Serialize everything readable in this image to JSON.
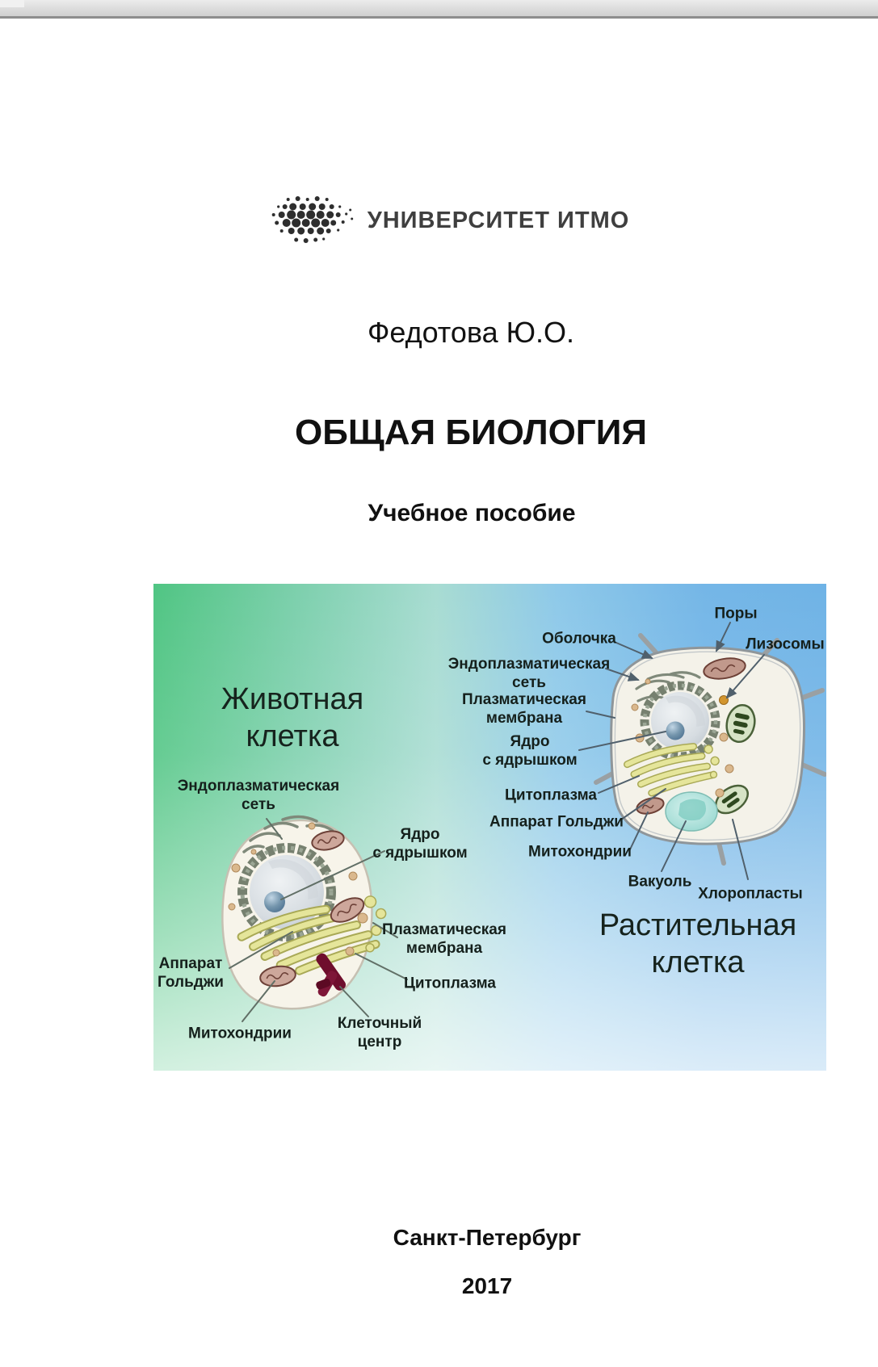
{
  "page": {
    "university": "УНИВЕРСИТЕТ ИТМО",
    "author": "Федотова Ю.О.",
    "title": "ОБЩАЯ БИОЛОГИЯ",
    "subtitle": "Учебное пособие",
    "city": "Санкт-Петербург",
    "year": "2017"
  },
  "figure": {
    "colors": {
      "gradient_green": "#55c888",
      "gradient_blue": "#79b8e8",
      "label_text": "#15201c"
    },
    "animal": {
      "title": "Животная\nклетка",
      "labels": {
        "er": "Эндоплазматическая\nсеть",
        "nucleus": "Ядро\nс ядрышком",
        "membrane": "Плазматическая\nмембрана",
        "cytoplasm": "Цитоплазма",
        "golgi": "Аппарат\nГольджи",
        "mitochondria": "Митохондрии",
        "cell_center": "Клеточный\nцентр"
      }
    },
    "plant": {
      "title": "Растительная\nклетка",
      "labels": {
        "pores": "Поры",
        "lysosomes": "Лизосомы",
        "wall": "Оболочка",
        "er": "Эндоплазматическая\nсеть",
        "membrane": "Плазматическая\nмембрана",
        "nucleus": "Ядро\nс ядрышком",
        "cytoplasm": "Цитоплазма",
        "golgi": "Аппарат Гольджи",
        "mitochondria": "Митохондрии",
        "vacuole": "Вакуоль",
        "chloroplasts": "Хлоропласты"
      }
    }
  }
}
